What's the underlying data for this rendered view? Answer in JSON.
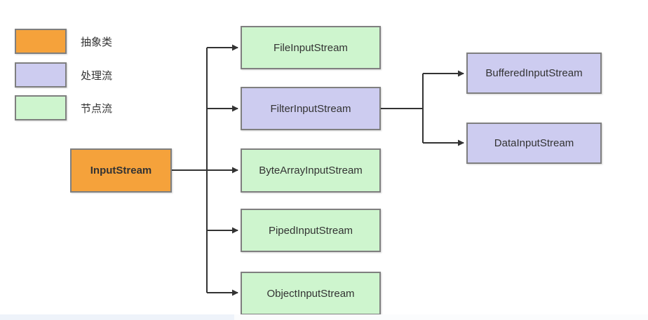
{
  "legend": {
    "items": [
      {
        "label": "抽象类",
        "type": "abstract",
        "color": "#f5a23b"
      },
      {
        "label": "处理流",
        "type": "process",
        "color": "#cdccf0"
      },
      {
        "label": "节点流",
        "type": "node",
        "color": "#cef5ce"
      }
    ]
  },
  "diagram": {
    "root": {
      "label": "InputStream",
      "type": "abstract"
    },
    "children": [
      {
        "label": "FileInputStream",
        "type": "node"
      },
      {
        "label": "FilterInputStream",
        "type": "process"
      },
      {
        "label": "ByteArrayInputStream",
        "type": "node"
      },
      {
        "label": "PipedInputStream",
        "type": "node"
      },
      {
        "label": "ObjectInputStream",
        "type": "node"
      }
    ],
    "filter_children": [
      {
        "label": "BufferedInputStream",
        "type": "process"
      },
      {
        "label": "DataInputStream",
        "type": "process"
      }
    ]
  },
  "colors": {
    "abstract_fill": "#f5a23b",
    "process_fill": "#cdccf0",
    "node_fill": "#cef5ce",
    "box_border": "#7f7f7f",
    "line": "#333333",
    "text": "#333333",
    "background": "#ffffff"
  }
}
